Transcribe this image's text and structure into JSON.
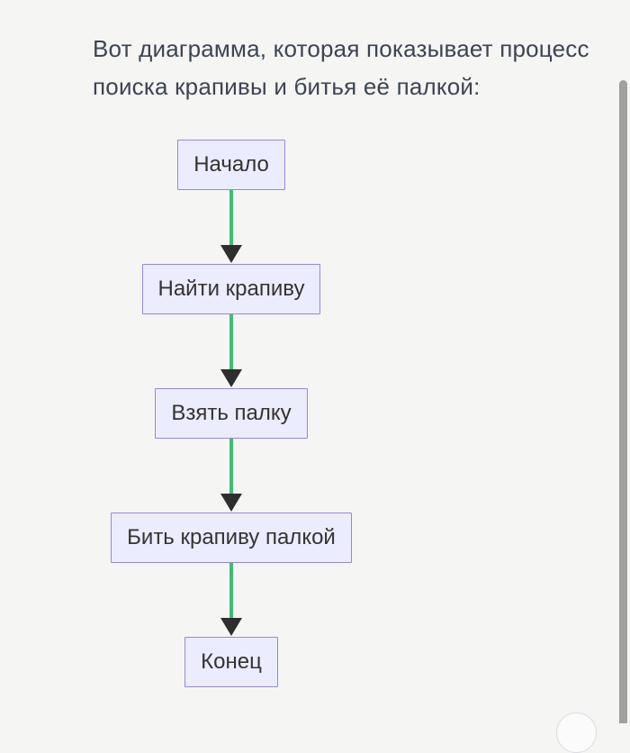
{
  "page": {
    "background_color": "#f5f5f4",
    "intro_text": "Вот диаграмма, которая показывает процесс поиска крапивы и битья её палкой:",
    "intro_text_color": "#3d4452"
  },
  "flowchart": {
    "type": "flowchart",
    "direction": "top-down",
    "nodes": [
      {
        "id": "start",
        "label": "Начало"
      },
      {
        "id": "find-nettle",
        "label": "Найти крапиву"
      },
      {
        "id": "take-stick",
        "label": "Взять палку"
      },
      {
        "id": "beat-nettle",
        "label": "Бить крапиву палкой"
      },
      {
        "id": "end",
        "label": "Конец"
      }
    ],
    "edges": [
      {
        "from": "start",
        "to": "find-nettle"
      },
      {
        "from": "find-nettle",
        "to": "take-stick"
      },
      {
        "from": "take-stick",
        "to": "beat-nettle"
      },
      {
        "from": "beat-nettle",
        "to": "end"
      }
    ],
    "colors": {
      "node_fill": "#ececff",
      "node_border": "#9a87d6",
      "node_text": "#333333",
      "link_line": "#3dbd70",
      "arrowhead": "#2e2e2e"
    }
  },
  "scrollbar": {
    "color": "#a0a0a0"
  }
}
